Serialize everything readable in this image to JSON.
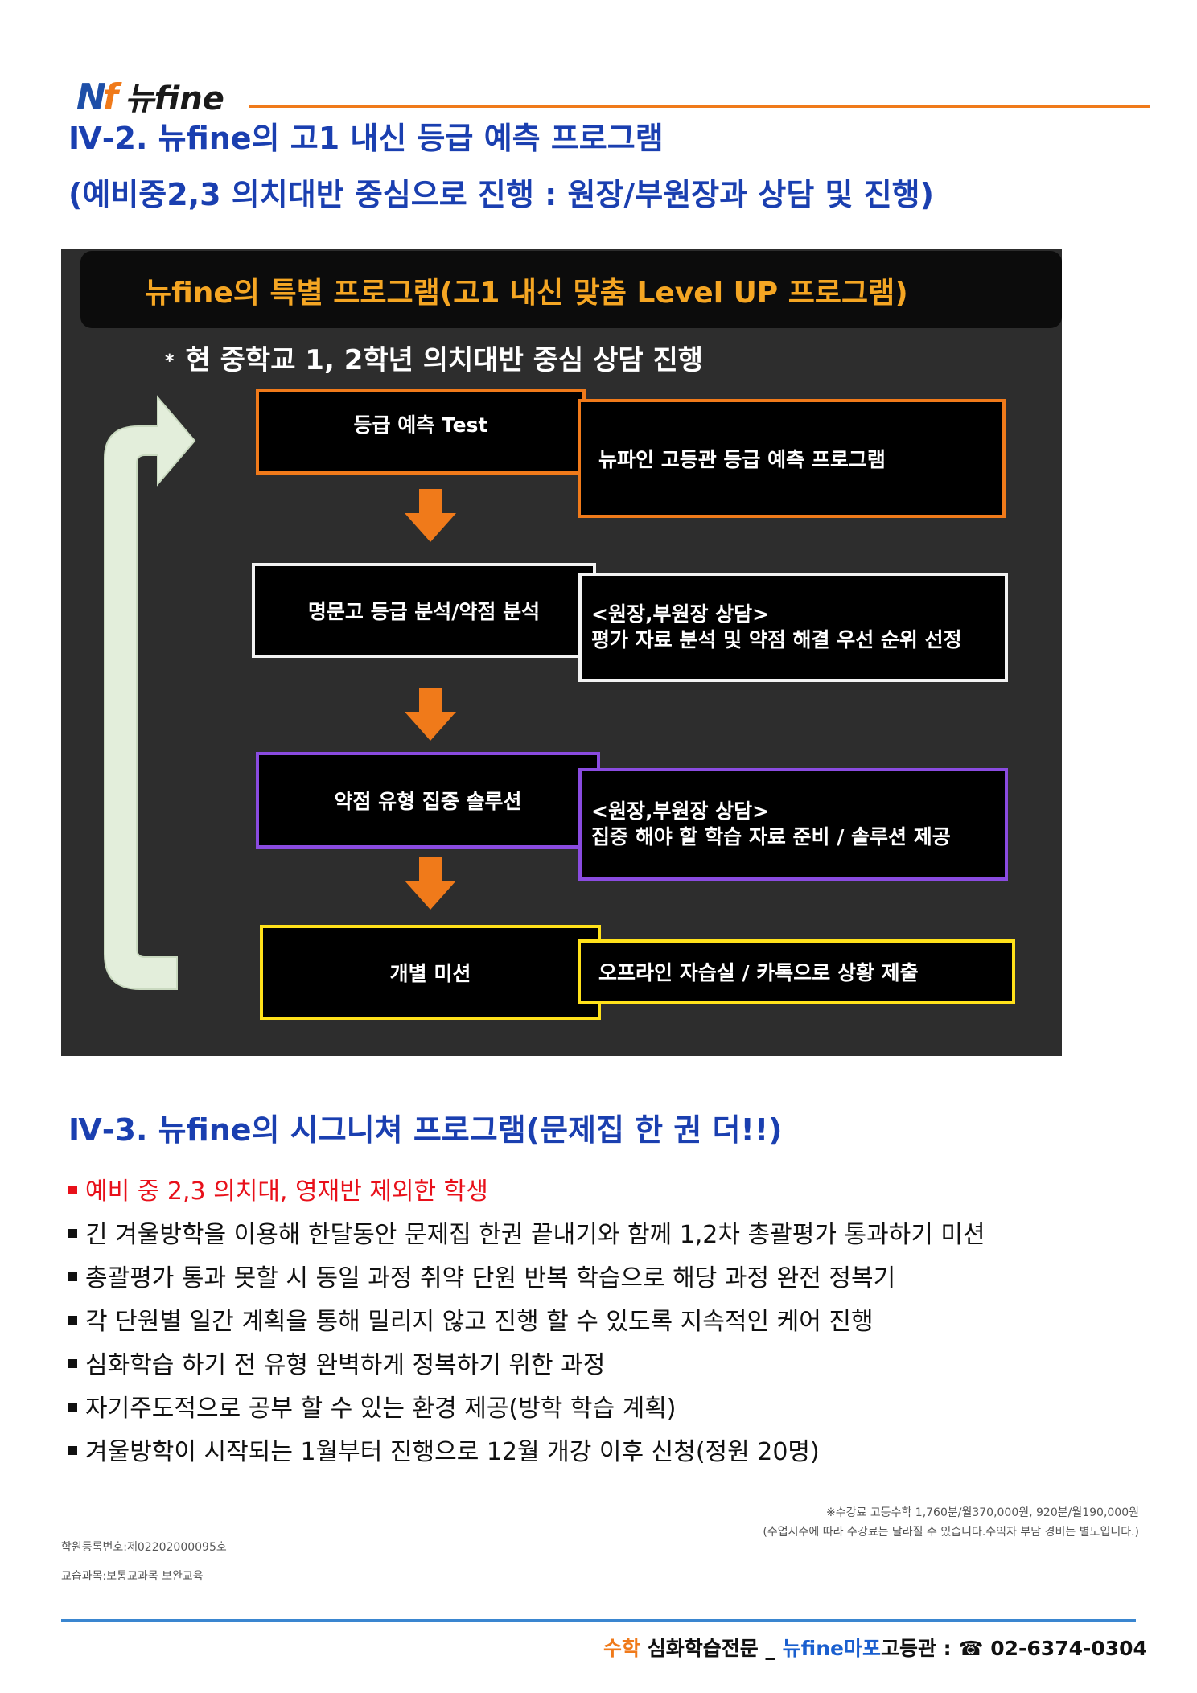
{
  "header": {
    "logo_mark": "N",
    "logo_mark_f": "f",
    "logo_text": "뉴fine",
    "section2_title": "Ⅳ-2. 뉴fine의 고1 내신 등급 예측 프로그램",
    "section2_subtitle": "(예비중2,3 의치대반 중심으로 진행 : 원장/부원장과 상담 및 진행)"
  },
  "diagram": {
    "banner": "뉴fine의 특별 프로그램(고1 내신 맞춤 Level UP 프로그램)",
    "note_star": "*",
    "note": "현 중학교 1, 2학년 의치대반 중심 상담 진행",
    "steps": [
      {
        "label": "등급 예측 Test",
        "desc": "뉴파인 고등관 등급 예측 프로그램"
      },
      {
        "label": "명문고 등급 분석/약점 분석",
        "desc": "<원장,부원장 상담>\n평가 자료 분석 및 약점 해결 우선 순위 선정"
      },
      {
        "label": "약점 유형 집중 솔루션",
        "desc": "<원장,부원장 상담>\n집중 해야 할 학습 자료 준비 / 솔루션 제공"
      },
      {
        "label": "개별 미션",
        "desc": "오프라인 자습실 / 카톡으로 상황 제출"
      }
    ],
    "colors": {
      "orange": "#f07a1a",
      "white": "#f2f2f2",
      "purple": "#8a4be0",
      "yellow": "#ffe11a",
      "loop_arrow": "#e3eedb"
    }
  },
  "section3": {
    "title": "Ⅳ-3. 뉴fine의 시그니쳐 프로그램(문제집 한 권 더!!)",
    "items": [
      "예비 중 2,3 의치대, 영재반 제외한 학생",
      "긴 겨울방학을 이용해 한달동안 문제집 한권 끝내기와 함께 1,2차 총괄평가 통과하기 미션",
      "총괄평가 통과 못할 시 동일 과정 취약 단원 반복 학습으로 해당 과정 완전 정복기",
      "각 단원별 일간 계획을 통해 밀리지 않고 진행 할 수 있도록 지속적인 케어 진행",
      "심화학습 하기 전 유형 완벽하게 정복하기 위한 과정",
      "자기주도적으로 공부 할 수 있는 환경 제공(방학 학습 계획)",
      "겨울방학이 시작되는 1월부터 진행으로 12월 개강 이후 신청(정원 20명)"
    ]
  },
  "fineprint": {
    "tuition": "※수강료 고등수학 1,760분/월370,000원, 920분/월190,000원",
    "tuition_note": "(수업시수에 따라 수강료는 달라질 수 있습니다.수익자 부담 경비는 별도입니다.)",
    "registration": "학원등록번호:제02202000095호",
    "course": "교습과목:보통교과목 보완교육"
  },
  "footer": {
    "subject": "수학",
    "specialty": "심화학습전문 _",
    "brand": "뉴fine마포",
    "branch": "고등관 :",
    "phone_icon": "☎",
    "phone": "02-6374-0304"
  }
}
